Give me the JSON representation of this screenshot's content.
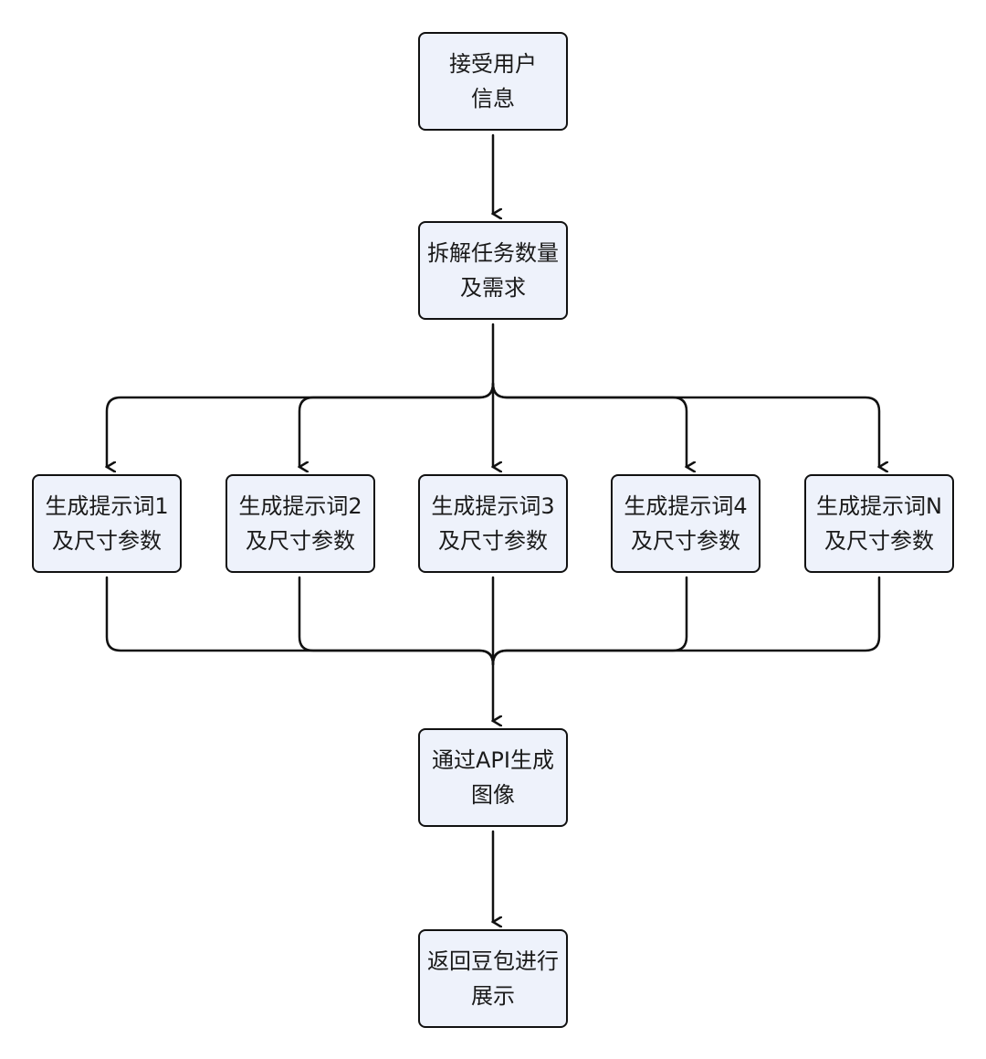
{
  "nodes": {
    "receive": {
      "line1": "接受用户",
      "line2": "信息"
    },
    "split": {
      "line1": "拆解任务数量",
      "line2": "及需求"
    },
    "gen1": {
      "line1": "生成提示词1",
      "line2": "及尺寸参数"
    },
    "gen2": {
      "line1": "生成提示词2",
      "line2": "及尺寸参数"
    },
    "gen3": {
      "line1": "生成提示词3",
      "line2": "及尺寸参数"
    },
    "gen4": {
      "line1": "生成提示词4",
      "line2": "及尺寸参数"
    },
    "genN": {
      "line1": "生成提示词N",
      "line2": "及尺寸参数"
    },
    "api": {
      "line1": "通过API生成",
      "line2": "图像"
    },
    "return": {
      "line1": "返回豆包进行",
      "line2": "展示"
    }
  },
  "colors": {
    "node_fill": "#eef2fb",
    "stroke": "#111111"
  }
}
